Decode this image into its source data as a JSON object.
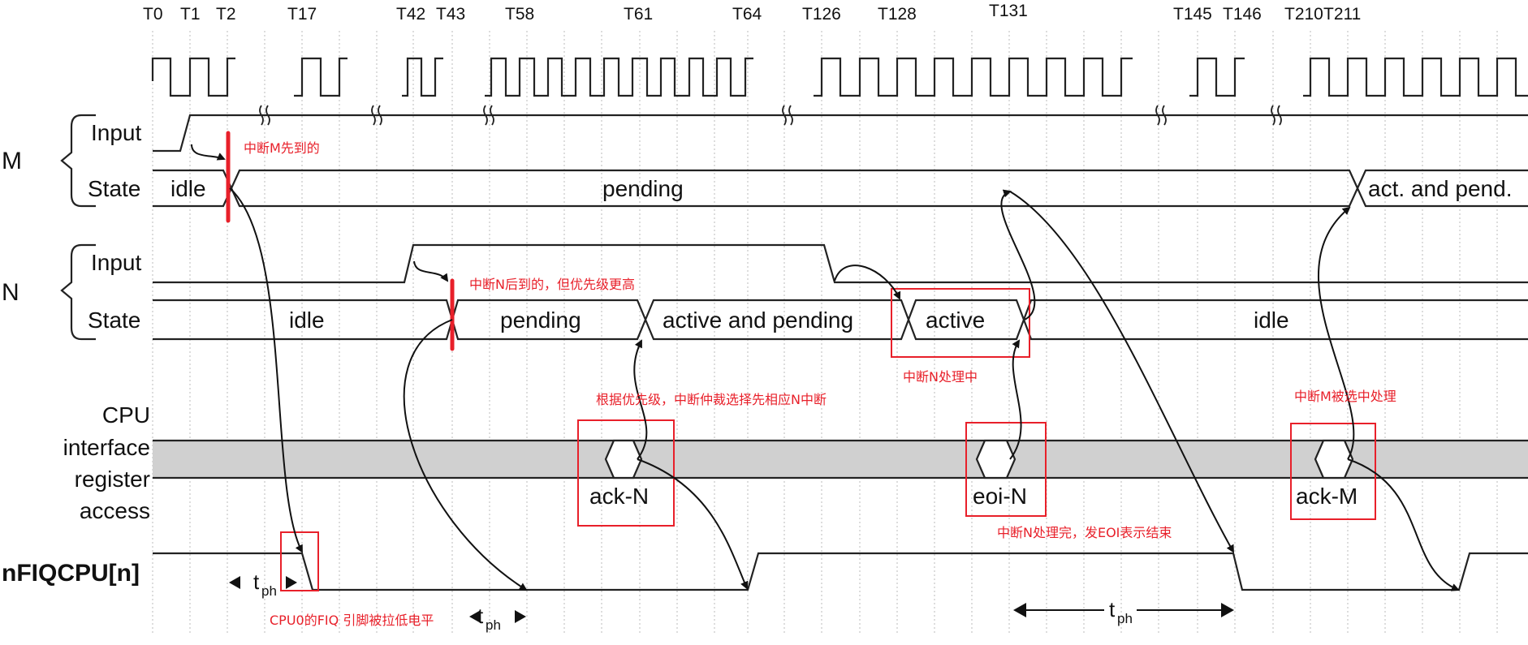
{
  "clock_ticks": [
    {
      "label": "T0"
    },
    {
      "label": "T1"
    },
    {
      "label": "T2"
    },
    {
      "label": "T17"
    },
    {
      "label": "T42"
    },
    {
      "label": "T43"
    },
    {
      "label": "T58"
    },
    {
      "label": "T61"
    },
    {
      "label": "T64"
    },
    {
      "label": "T126"
    },
    {
      "label": "T128"
    },
    {
      "label": "T131"
    },
    {
      "label": "T145"
    },
    {
      "label": "T146"
    },
    {
      "label": "T210"
    },
    {
      "label": "T211"
    }
  ],
  "groups": {
    "m": {
      "label": "M",
      "input_label": "Input",
      "state_label": "State"
    },
    "n": {
      "label": "N",
      "input_label": "Input",
      "state_label": "State"
    }
  },
  "cpu_label_lines": [
    "CPU",
    "interface",
    "register",
    "access"
  ],
  "nfiq_label": "nFIQCPU[n]",
  "states": {
    "m": [
      "idle",
      "pending",
      "act. and pend."
    ],
    "n": [
      "idle",
      "pending",
      "active and pending",
      "active",
      "idle"
    ]
  },
  "cpu_accesses": [
    "ack-N",
    "eoi-N",
    "ack-M"
  ],
  "timing": {
    "symbol": "t",
    "subscript": "ph"
  },
  "annotations": {
    "m_first": "中断M先到的",
    "n_later_higher": "中断N后到的，但优先级更高",
    "arbitration": "根据优先级，中断仲裁选择先相应N中断",
    "n_processing": "中断N处理中",
    "n_done_eoi": "中断N处理完，发EOI表示结束",
    "m_selected": "中断M被选中处理",
    "fiq_low": "CPU0的FIQ 引脚被拉低电平"
  },
  "colors": {
    "annotation": "#e8202a",
    "band": "#d0d0d0",
    "line": "#222222"
  }
}
